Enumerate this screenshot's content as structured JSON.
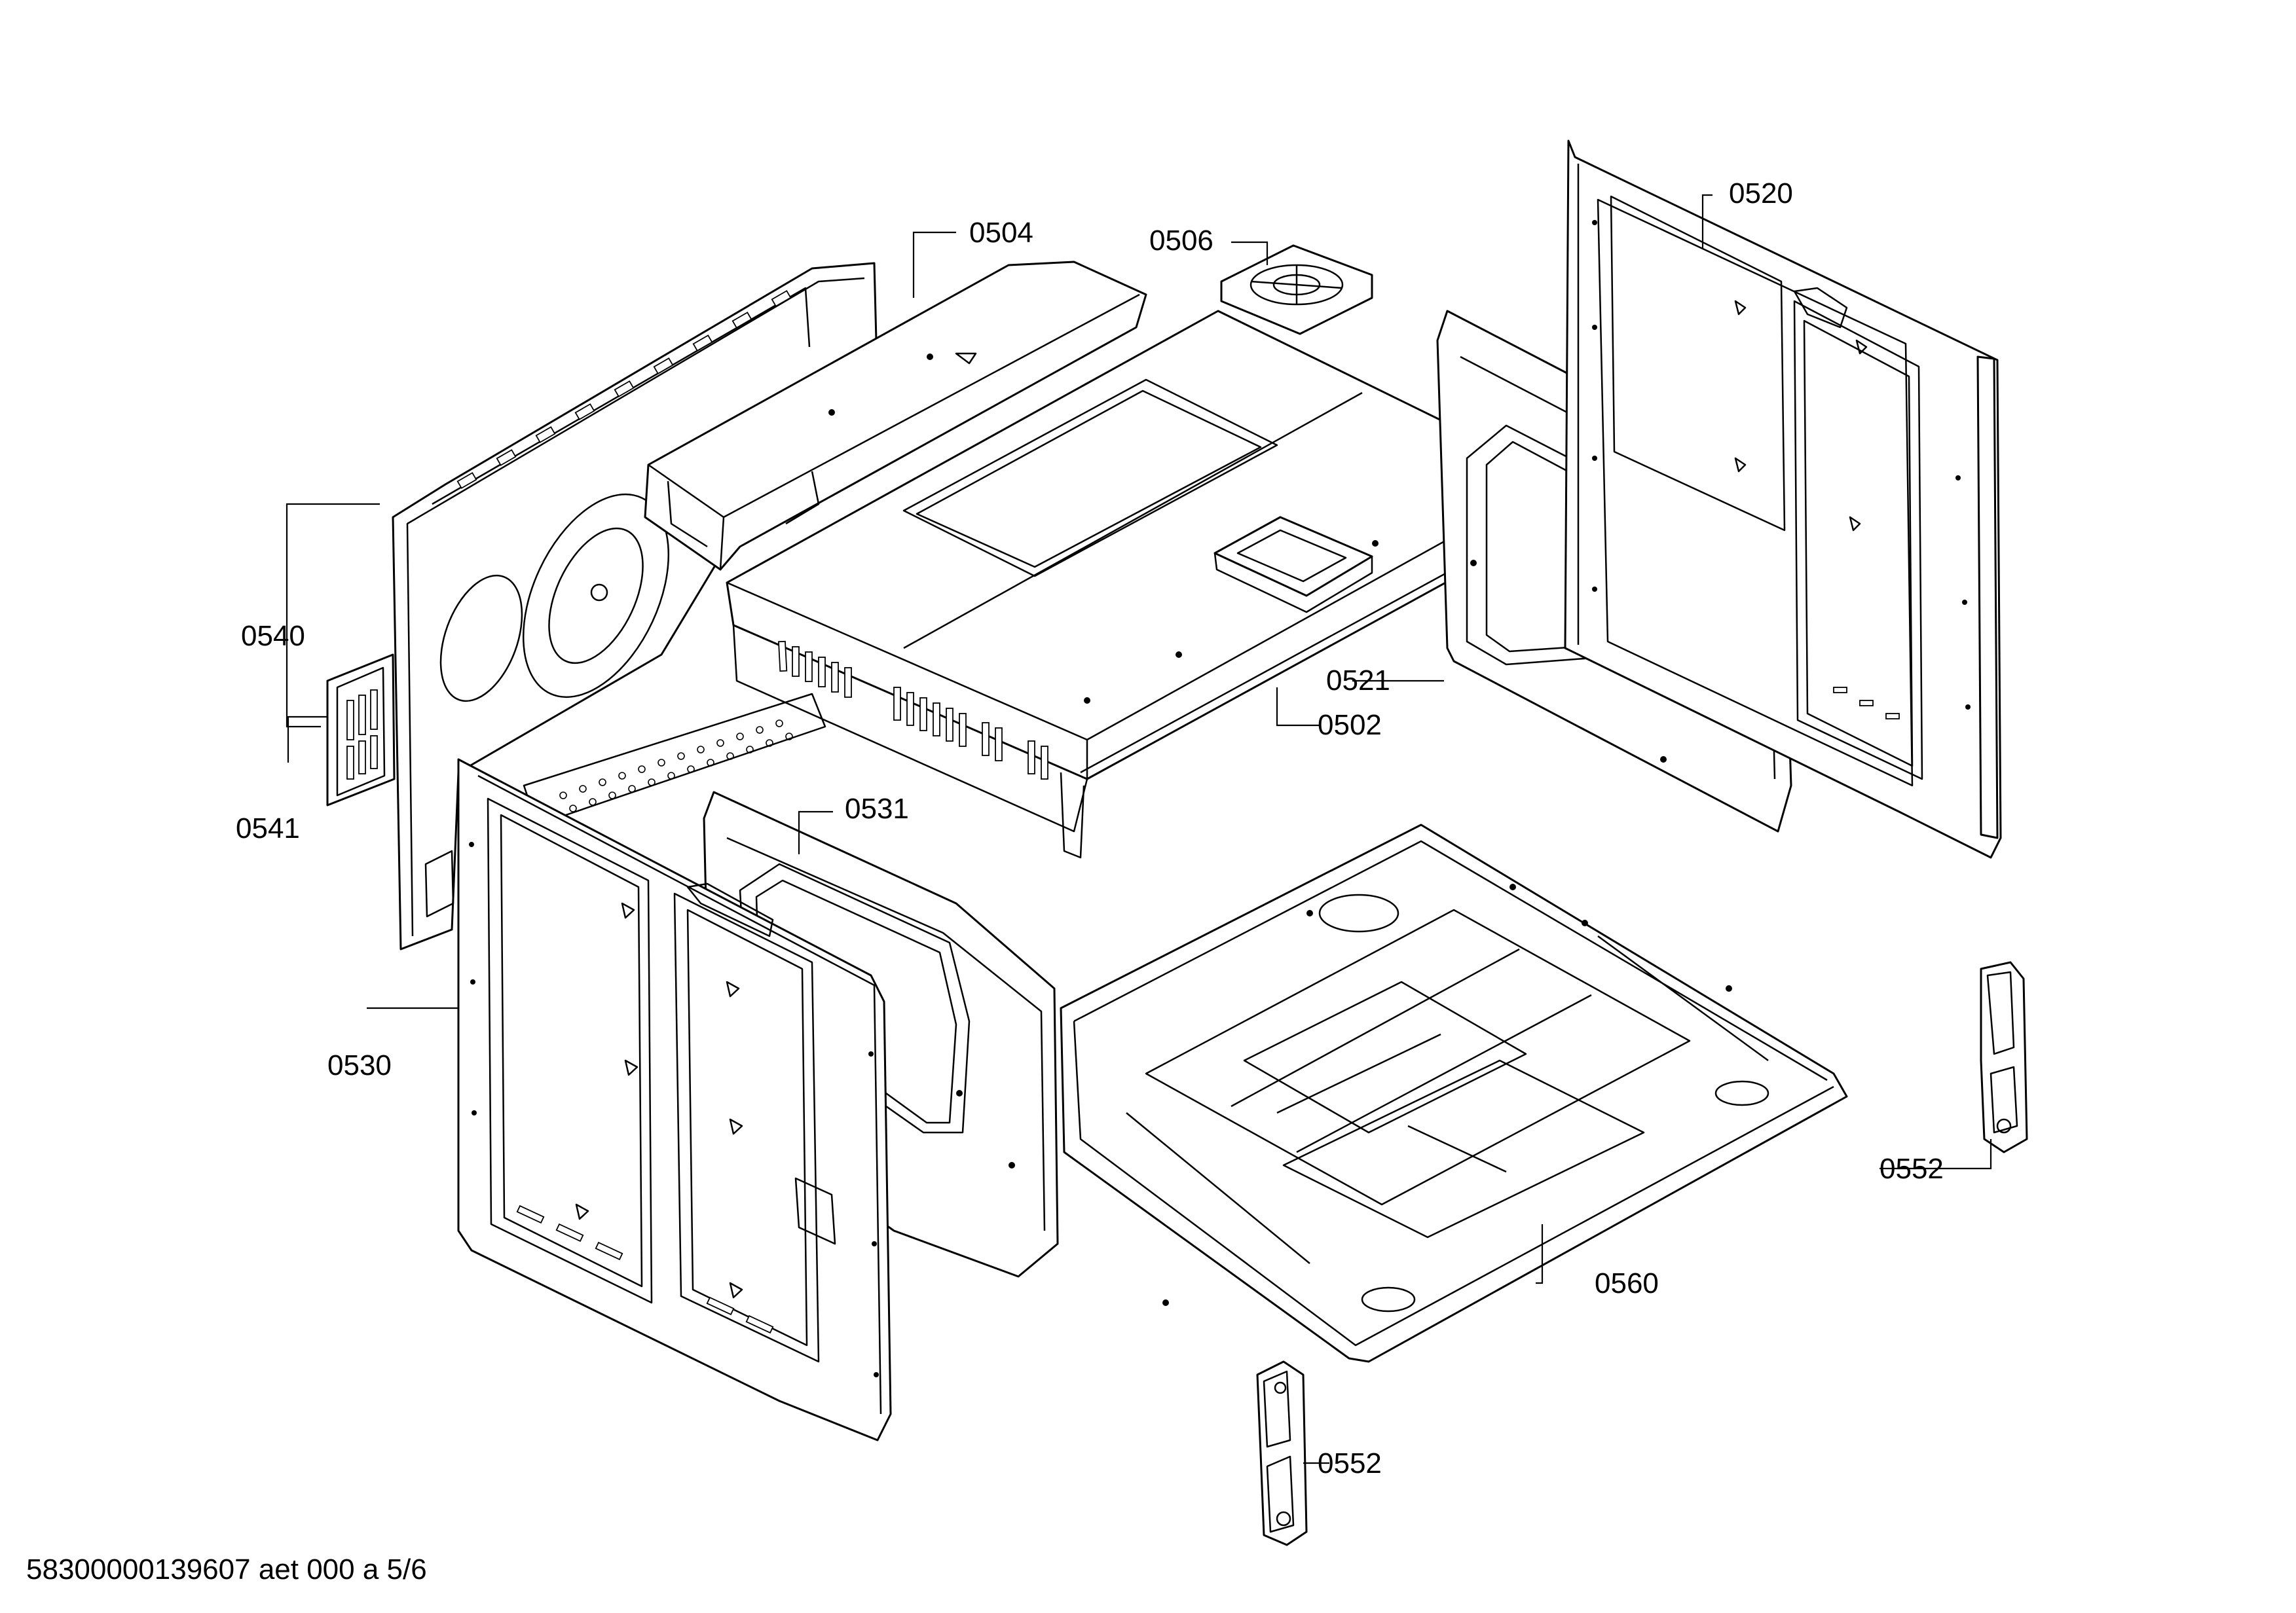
{
  "diagram": {
    "type": "exploded-parts-view",
    "part_labels": {
      "p0504": "0504",
      "p0506": "0506",
      "p0520": "0520",
      "p0540": "0540",
      "p0541": "0541",
      "p0521": "0521",
      "p0502": "0502",
      "p0531": "0531",
      "p0530": "0530",
      "p0552_right": "0552",
      "p0552_bottom": "0552",
      "p0560": "0560"
    }
  },
  "footer": {
    "document_id": "58300000139607 aet 000 a 5/6"
  }
}
